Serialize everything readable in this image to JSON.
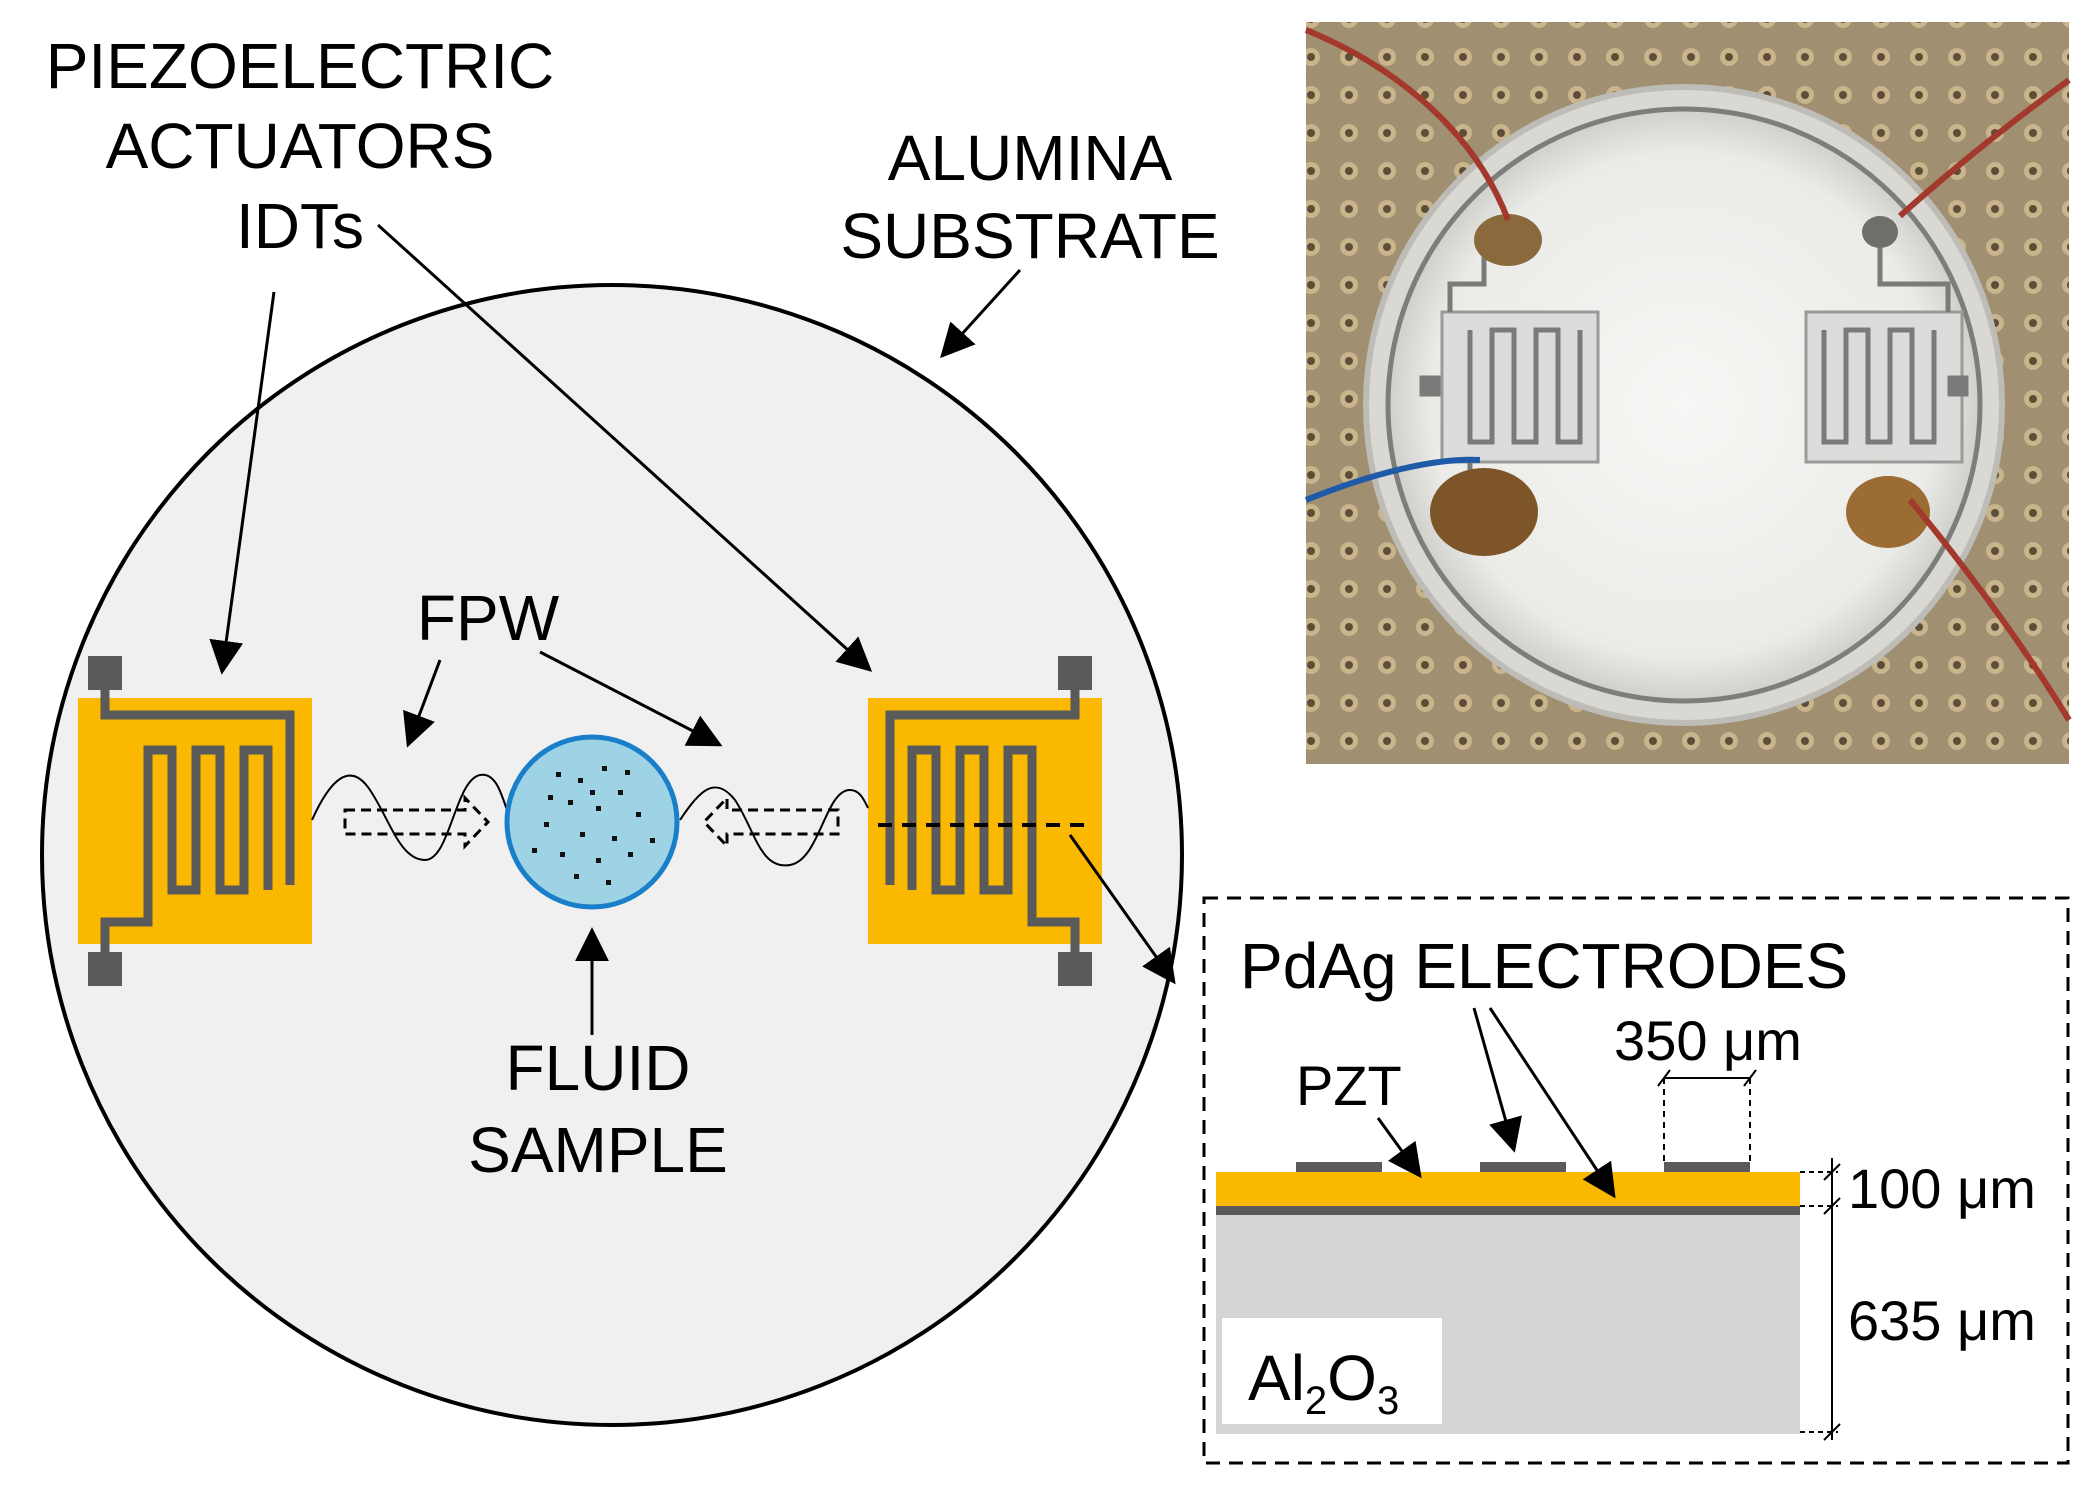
{
  "labels": {
    "piezo_line1": "PIEZOELECTRIC",
    "piezo_line2": "ACTUATORS",
    "piezo_line3": "IDTs",
    "alumina_line1": "ALUMINA",
    "alumina_line2": "SUBSTRATE",
    "fpw": "FPW",
    "fluid_line1": "FLUID",
    "fluid_line2": "SAMPLE",
    "electrodes": "PdAg ELECTRODES",
    "pzt": "PZT",
    "width_350": "350 μm",
    "thick_100": "100 μm",
    "thick_635": "635 μm",
    "al2o3_al": "Al",
    "al2o3_sub2": "2",
    "al2o3_o": "O",
    "al2o3_sub3": "3"
  },
  "colors": {
    "substrate_disc": "#f0f0f0",
    "pzt_gold": "#fbb800",
    "electrode_gray": "#5a5a5a",
    "fluid_fill": "#9dd3e5",
    "fluid_border": "#1a7fc9",
    "alumina_layer": "#d4d4d4",
    "photo_board": "#9b8a6c"
  },
  "photo": {
    "subject": "photograph of fabricated alumina disc device with two IDT electrodes on perforated board"
  }
}
